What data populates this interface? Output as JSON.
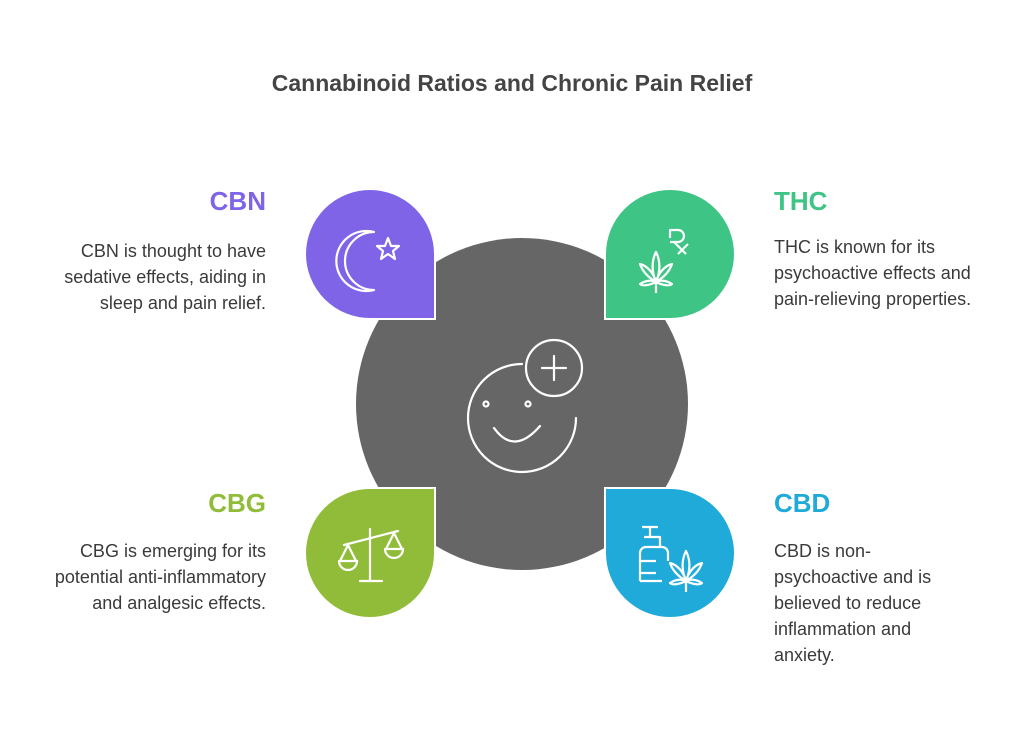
{
  "title": "Cannabinoid Ratios and Chronic Pain Relief",
  "items": [
    {
      "name": "CBN",
      "text": "CBN is thought to have sedative effects, aiding in sleep and pain relief.",
      "color": "#8064e8",
      "icon": "moon-star-icon"
    },
    {
      "name": "THC",
      "text": "THC is known for its psychoactive effects and pain-relieving properties.",
      "color": "#3ec585",
      "icon": "cannabis-rx-icon"
    },
    {
      "name": "CBG",
      "text": "CBG is emerging for its potential anti-inflammatory and analgesic effects.",
      "color": "#90bc3a",
      "icon": "scales-icon"
    },
    {
      "name": "CBD",
      "text": "CBD is non-psychoactive and is believed to reduce inflammation and anxiety.",
      "color": "#20aad9",
      "icon": "lotion-cannabis-icon"
    }
  ],
  "center_icon": "smiley-plus-icon"
}
